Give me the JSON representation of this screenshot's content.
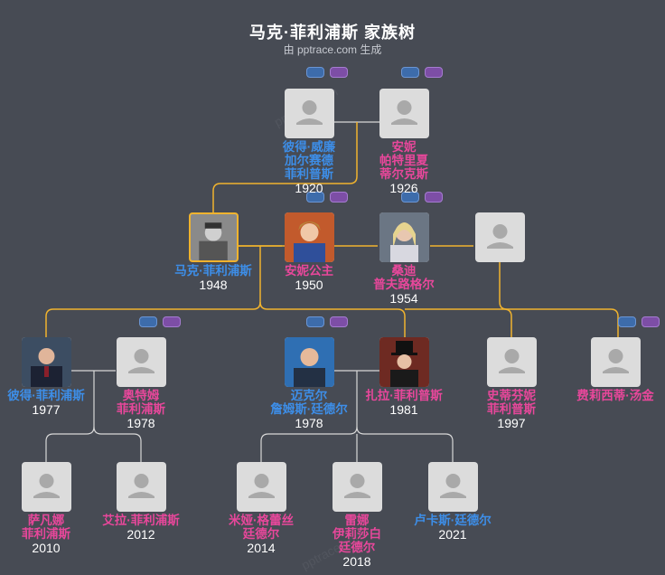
{
  "header": {
    "title": "马克·菲利浦斯 家族树",
    "subtitle": "由 pptrace.com 生成"
  },
  "colors": {
    "link": "#f0b32e",
    "link_light": "#d8d8d8",
    "male": "#3d8ee8",
    "female": "#e8479b"
  },
  "people": {
    "peter_william": {
      "name_lines": [
        "彼得·威廉",
        "加尔赛德",
        "菲利普斯"
      ],
      "year": "1920",
      "gender": "male"
    },
    "anne_patricia": {
      "name_lines": [
        "安妮",
        "帕特里夏",
        "蒂尔克斯"
      ],
      "year": "1926",
      "gender": "female"
    },
    "mark": {
      "name_lines": [
        "马克·菲利浦斯"
      ],
      "year": "1948",
      "gender": "male"
    },
    "princess_anne": {
      "name_lines": [
        "安妮公主"
      ],
      "year": "1950",
      "gender": "female"
    },
    "sandy": {
      "name_lines": [
        "桑迪",
        "普夫路格尔"
      ],
      "year": "1954",
      "gender": "female"
    },
    "unknown_partner": {
      "name_lines": [],
      "year": "",
      "gender": "unknown"
    },
    "peter": {
      "name_lines": [
        "彼得·菲利浦斯"
      ],
      "year": "1977",
      "gender": "male"
    },
    "autumn": {
      "name_lines": [
        "奥特姆",
        "菲利浦斯"
      ],
      "year": "1978",
      "gender": "female"
    },
    "mike": {
      "name_lines": [
        "迈克尔",
        "詹姆斯·廷德尔"
      ],
      "year": "1978",
      "gender": "male"
    },
    "zara": {
      "name_lines": [
        "扎拉·菲利普斯"
      ],
      "year": "1981",
      "gender": "female"
    },
    "stephanie": {
      "name_lines": [
        "史蒂芬妮",
        "菲利普斯"
      ],
      "year": "1997",
      "gender": "female"
    },
    "felicity": {
      "name_lines": [
        "费莉西蒂·汤金"
      ],
      "year": "",
      "gender": "female"
    },
    "savannah": {
      "name_lines": [
        "萨凡娜",
        "菲利浦斯"
      ],
      "year": "2010",
      "gender": "female"
    },
    "isla": {
      "name_lines": [
        "艾拉·菲利浦斯"
      ],
      "year": "2012",
      "gender": "female"
    },
    "mia": {
      "name_lines": [
        "米娅·格蕾丝",
        "廷德尔"
      ],
      "year": "2014",
      "gender": "female"
    },
    "lena": {
      "name_lines": [
        "雷娜",
        "伊莉莎白",
        "廷德尔"
      ],
      "year": "2018",
      "gender": "female"
    },
    "lucas": {
      "name_lines": [
        "卢卡斯·廷德尔"
      ],
      "year": "2021",
      "gender": "male"
    }
  }
}
